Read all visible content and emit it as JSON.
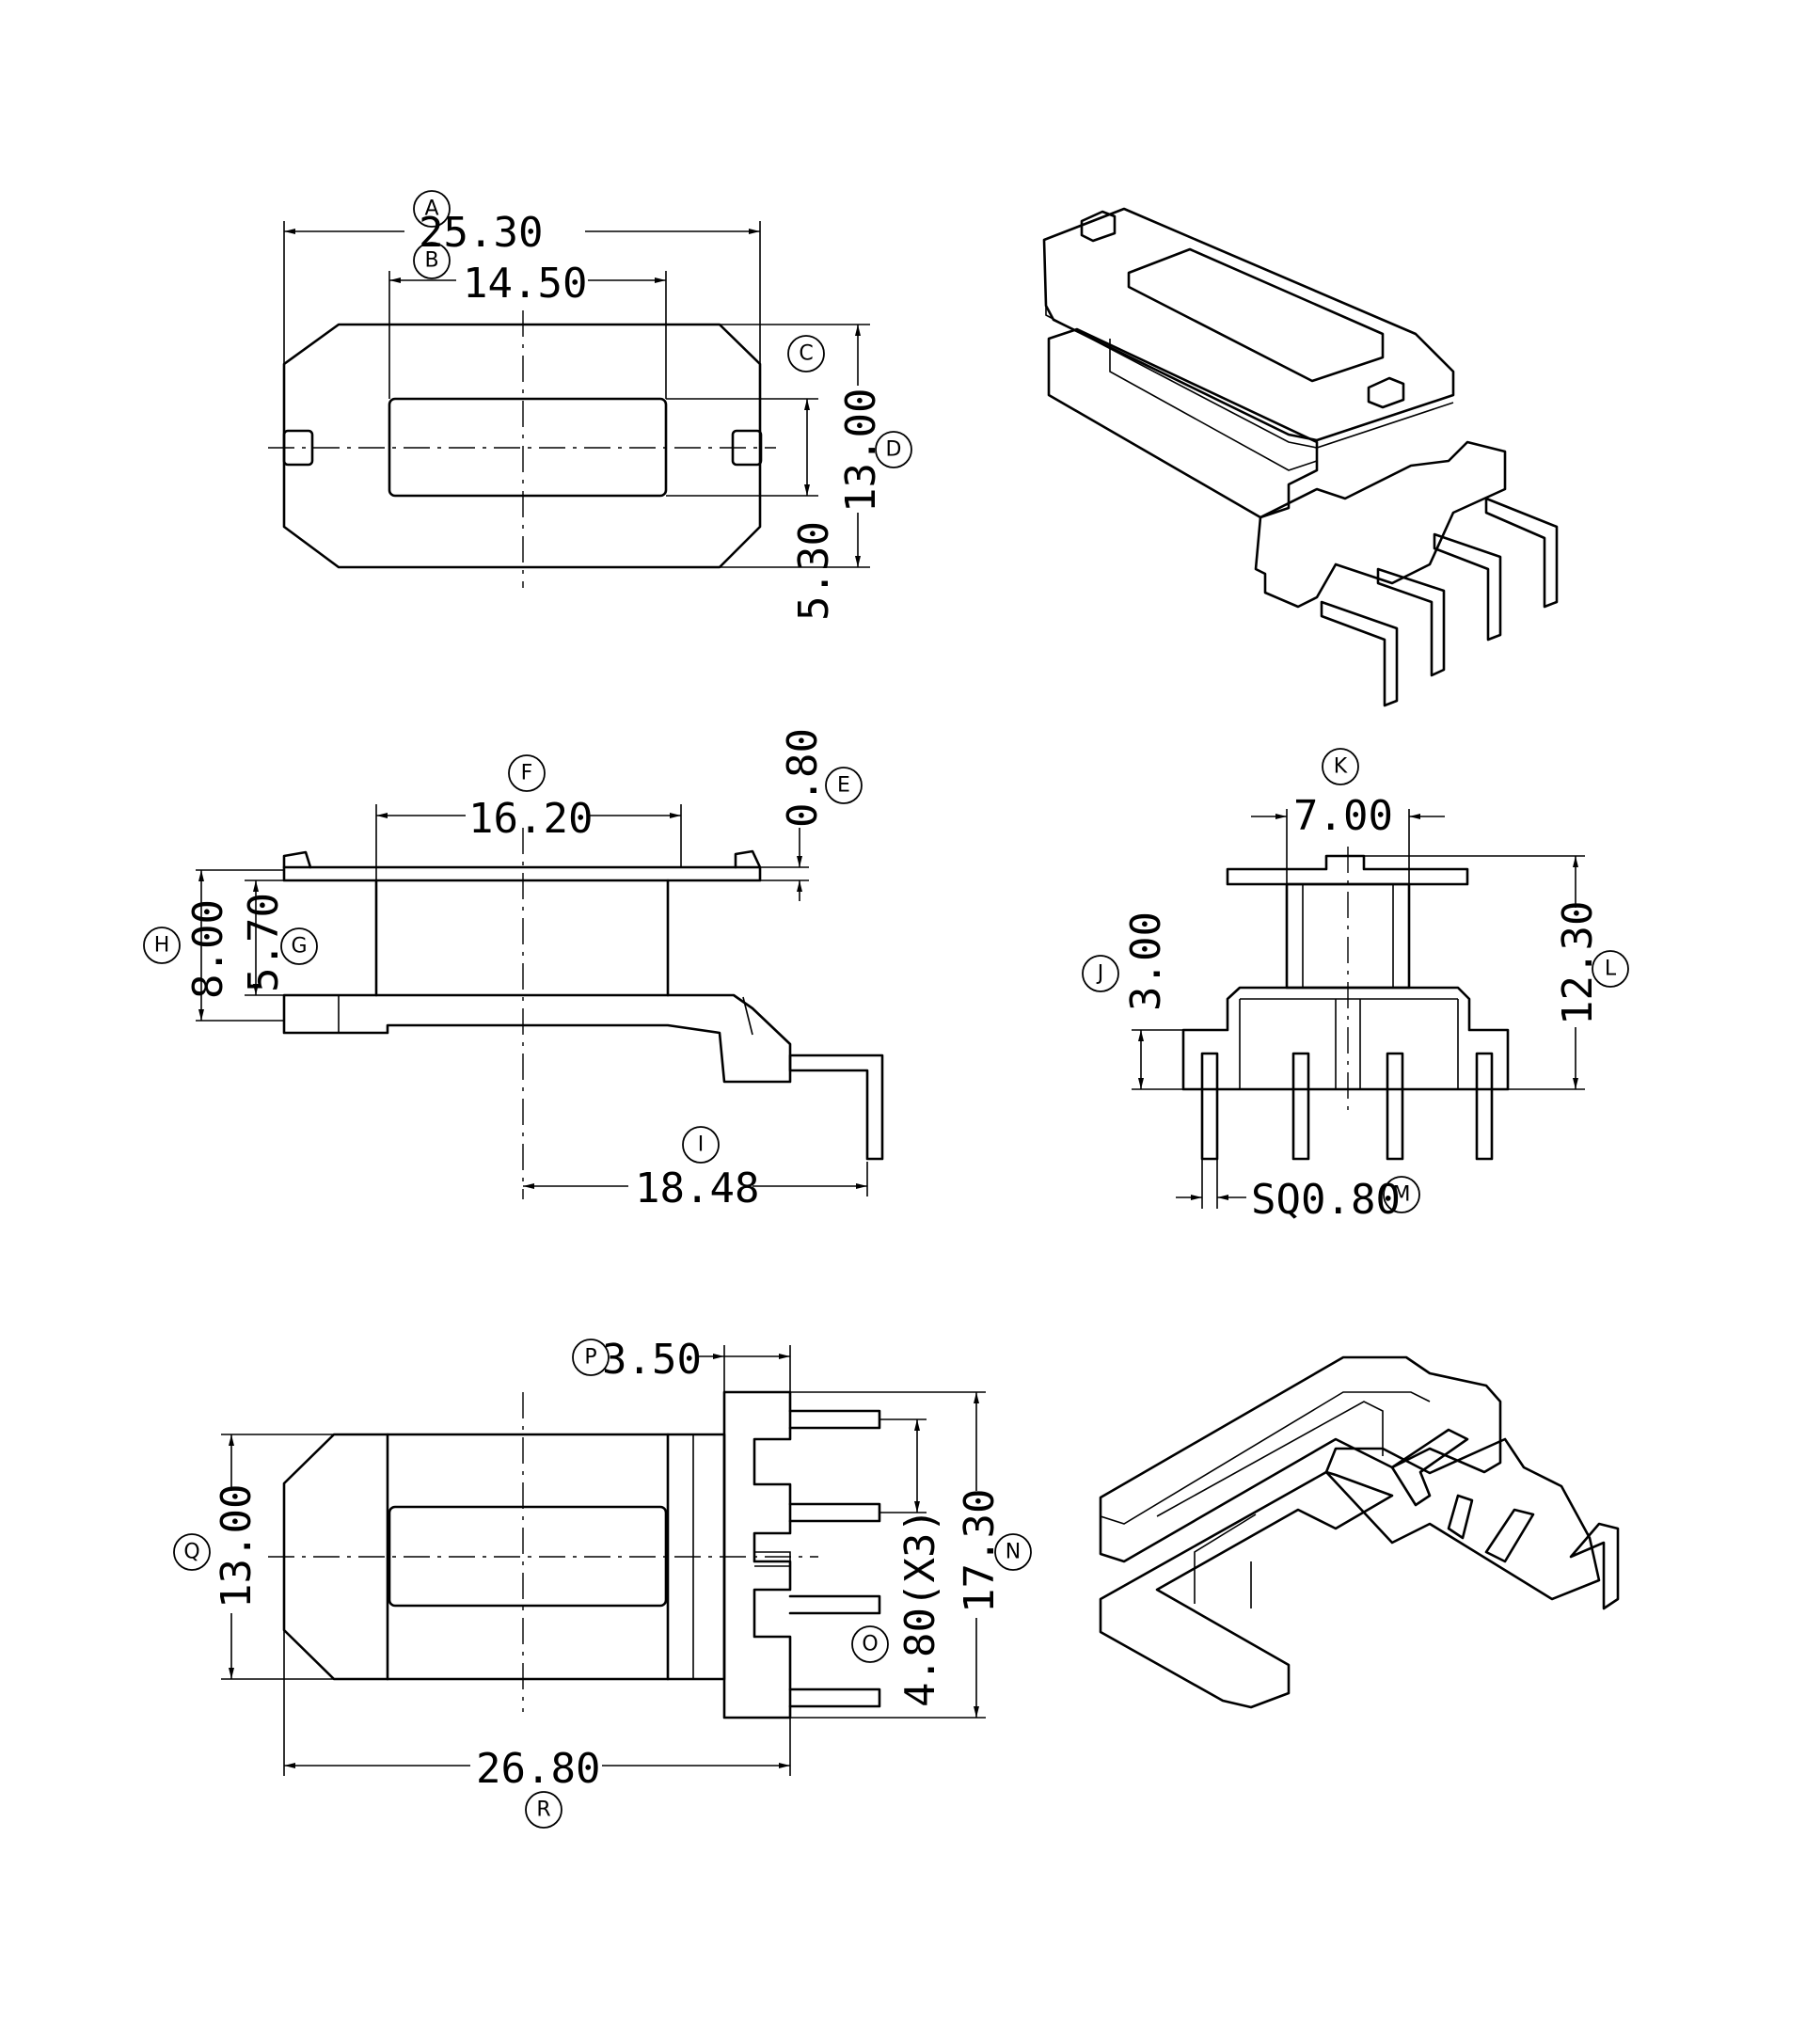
{
  "views": {
    "top": {
      "dims": {
        "A": {
          "tag": "A",
          "value": "25.30"
        },
        "B": {
          "tag": "B",
          "value": "14.50"
        },
        "C": {
          "tag": "C"
        },
        "D": {
          "tag": "D",
          "value": "13.00"
        },
        "c_value": "5.30"
      }
    },
    "side": {
      "dims": {
        "E": {
          "tag": "E",
          "value": "0.80"
        },
        "F": {
          "tag": "F",
          "value": "16.20"
        },
        "G": {
          "tag": "G",
          "value": "5.70"
        },
        "H": {
          "tag": "H",
          "value": "8.00"
        },
        "I": {
          "tag": "I",
          "value": "18.48"
        }
      }
    },
    "front": {
      "dims": {
        "J": {
          "tag": "J",
          "value": "3.00"
        },
        "K": {
          "tag": "K",
          "value": "7.00"
        },
        "L": {
          "tag": "L",
          "value": "12.30"
        },
        "M": {
          "tag": "M",
          "value": "SQ0.80"
        }
      }
    },
    "bottom": {
      "dims": {
        "N": {
          "tag": "N",
          "value": "17.30"
        },
        "O": {
          "tag": "O",
          "value": "4.80(X3)"
        },
        "P": {
          "tag": "P",
          "value": "3.50"
        },
        "Q": {
          "tag": "Q",
          "value": "13.00"
        },
        "R": {
          "tag": "R",
          "value": "26.80"
        }
      }
    }
  }
}
